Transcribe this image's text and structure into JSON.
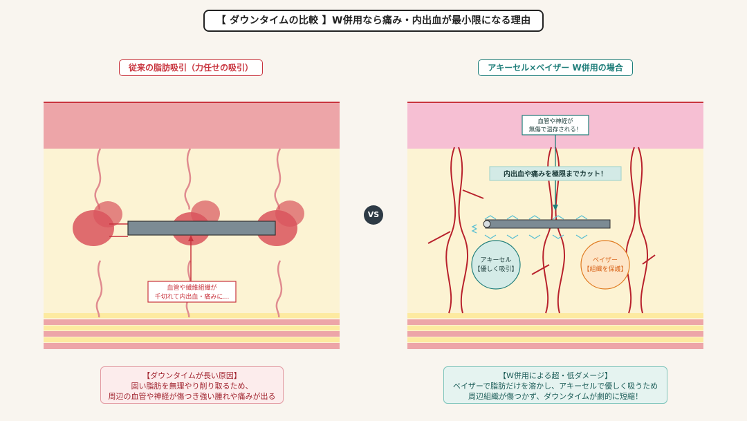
{
  "title": "【 ダウンタイムの比較 】W併用なら痛み・内出血が最小限になる理由",
  "left": {
    "label": "従来の脂肪吸引（力任せの吸引）",
    "callout": [
      "血管や繊維組織が",
      "千切れて内出血・痛みに…"
    ],
    "bottom": [
      "【ダウンタイムが長い原因】",
      "固い脂肪を無理やり削り取るため、",
      "周辺の血管や神経が傷つき強い腫れや痛みが出る"
    ]
  },
  "right": {
    "label": "アキーセル×ベイザー W併用の場合",
    "callout_top": [
      "血管や神経が",
      "無傷で温存される！"
    ],
    "callout_mid": "内出血や痛みを極限までカット！",
    "circle_teal": [
      "アキーセル",
      "【優しく吸引】"
    ],
    "circle_orange": [
      "ベイザー",
      "【組織を保護】"
    ],
    "bottom": [
      "【W併用による超・低ダメージ】",
      "ベイザーで脂肪だけを溶かし、アキーセルで優しく吸うため",
      "周辺組織が傷つかず、ダウンタイムが劇的に短縮！"
    ]
  },
  "vs": "VS",
  "colors": {
    "red": "#c8333d",
    "teal": "#1f7e7a",
    "orange": "#e07a1f",
    "left_skin": "#eda5a8",
    "right_skin": "#f6bfd3",
    "fat": "#fcf3d3",
    "cannula": "#7c8b94"
  }
}
